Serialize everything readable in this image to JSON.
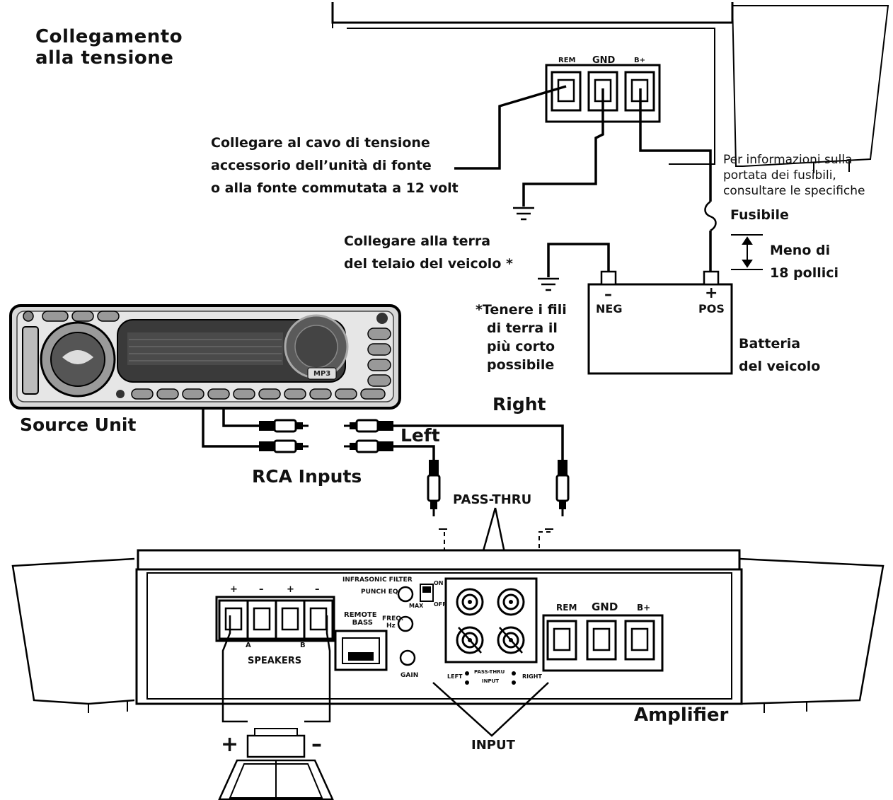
{
  "title": {
    "line1": "Collegamento",
    "line2": "alla tensione"
  },
  "top_terminals": {
    "rem": "REM",
    "gnd": "GND",
    "bplus": "B+"
  },
  "remote_note": {
    "line1": "Collegare al cavo di tensione",
    "line2": "accessorio dell’unità di fonte",
    "line3": "o alla fonte commutata a 12 volt"
  },
  "fuse_note": {
    "line1": "Per informazioni sulla",
    "line2": "portata dei fusibili,",
    "line3": "consultare le specifiche"
  },
  "fuse_label": "Fusibile",
  "distance_note": {
    "line1": "Meno di",
    "line2": "18 pollici"
  },
  "ground_note": {
    "line1": "Collegare alla terra",
    "line2": "del telaio del veicolo *"
  },
  "ground_tip": {
    "line1": "*Tenere i fili",
    "line2": "di terra il",
    "line3": "più corto",
    "line4": "possibile"
  },
  "battery": {
    "neg_symbol": "–",
    "neg_label": "NEG",
    "pos_symbol": "+",
    "pos_label": "POS",
    "label_line1": "Batteria",
    "label_line2": "del veicolo"
  },
  "source_unit": {
    "label": "Source Unit",
    "display_badge": "MP3"
  },
  "rca": {
    "right": "Right",
    "left": "Left",
    "inputs": "RCA Inputs"
  },
  "pass_thru": "PASS-THRU",
  "amplifier": {
    "label": "Amplifier",
    "speaker_signs": [
      "+",
      "–",
      "+",
      "–"
    ],
    "speaker_channels": [
      "A",
      "B"
    ],
    "speakers": "SPEAKERS",
    "remote_bass_line1": "REMOTE",
    "remote_bass_line2": "BASS",
    "infrasonic": "INFRASONIC FILTER",
    "punch_eq": "PUNCH EQ",
    "on": "ON",
    "off": "OFF",
    "max": "MAX",
    "freq_line1": "FREQ.",
    "freq_line2": "Hz",
    "gain": "GAIN",
    "left": "LEFT",
    "right": "RIGHT",
    "pass_thru_small": "PASS-THRU",
    "input_small": "INPUT",
    "rem": "REM",
    "gnd": "GND",
    "bplus": "B+"
  },
  "input_label": "INPUT",
  "speaker_pos": "+",
  "speaker_neg": "–"
}
